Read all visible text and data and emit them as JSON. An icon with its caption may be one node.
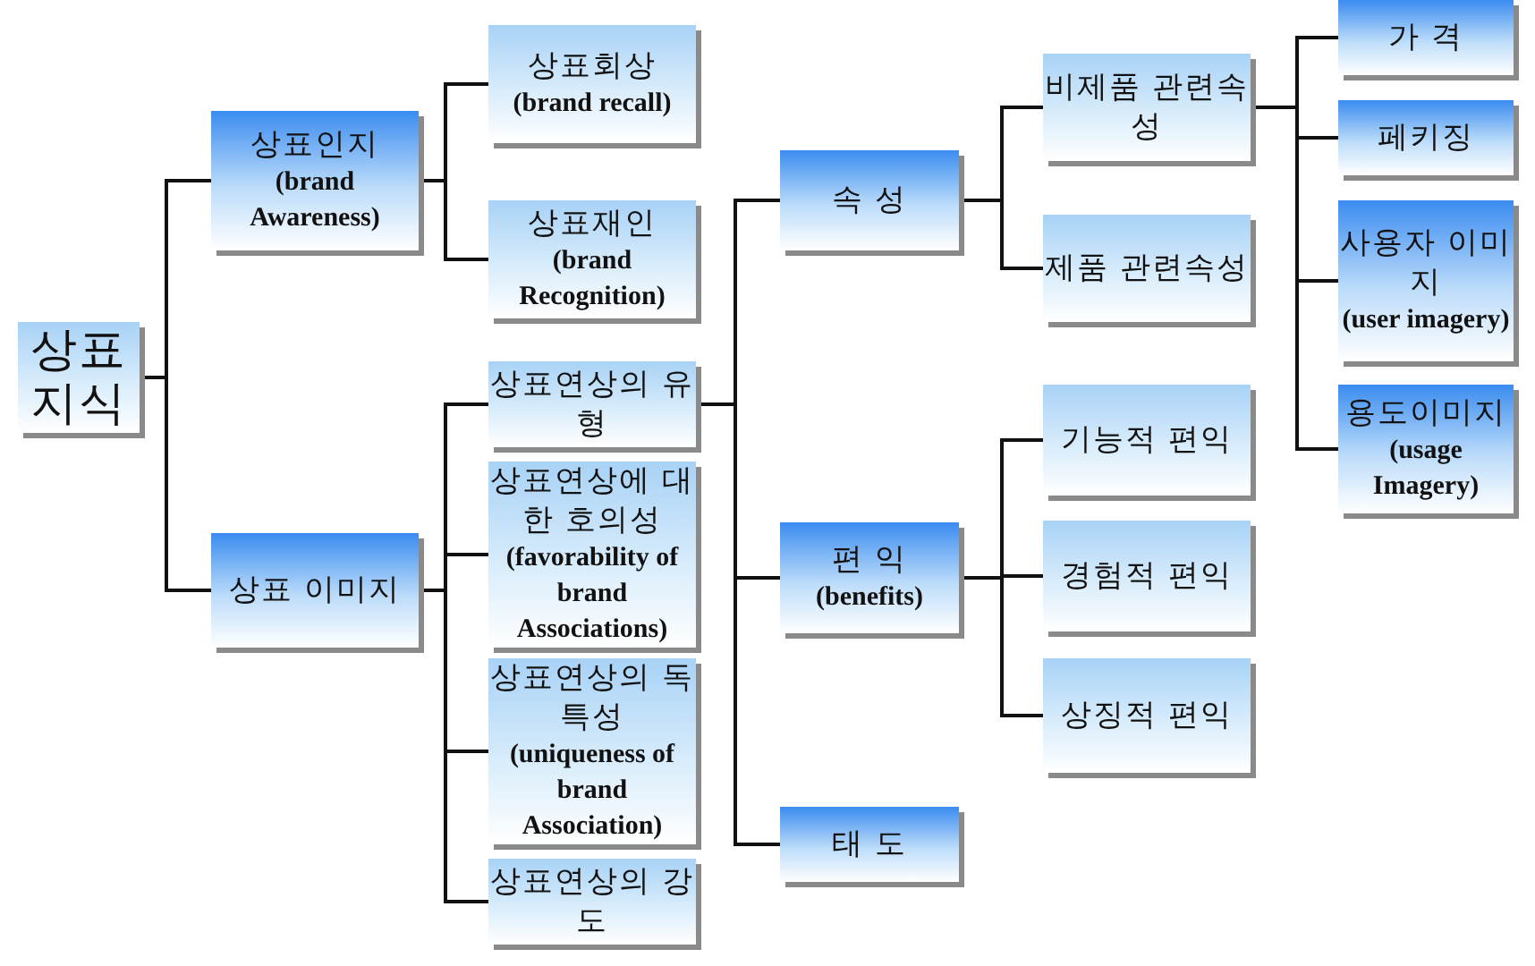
{
  "diagram": {
    "nodes": [
      {
        "text": [
          "상표 지식"
        ]
      },
      {
        "text": [
          "상표인지",
          "(brand Awareness)"
        ]
      },
      {
        "text": [
          "상표회상",
          "(brand recall)"
        ]
      },
      {
        "text": [
          "상표재인",
          "(brand Recognition)"
        ]
      },
      {
        "text": [
          "상표 이미지"
        ]
      },
      {
        "text": [
          "상표연상의 유형"
        ]
      },
      {
        "text": [
          "상표연상에 대한 호의성",
          "(favorability of brand Associations)"
        ]
      },
      {
        "text": [
          "상표연상의 독특성",
          "(uniqueness of brand Association)"
        ]
      },
      {
        "text": [
          "상표연상의 강도"
        ]
      },
      {
        "text": [
          "속 성"
        ]
      },
      {
        "text": [
          "편 익",
          "(benefits)"
        ]
      },
      {
        "text": [
          "태 도"
        ]
      },
      {
        "text": [
          "비제품 관련속성"
        ]
      },
      {
        "text": [
          "제품 관련속성"
        ]
      },
      {
        "text": [
          "기능적 편익"
        ]
      },
      {
        "text": [
          "경험적 편익"
        ]
      },
      {
        "text": [
          "상징적 편익"
        ]
      },
      {
        "text": [
          "가 격"
        ]
      },
      {
        "text": [
          "페키징"
        ]
      },
      {
        "text": [
          "사용자 이미지",
          "(user imagery)"
        ]
      },
      {
        "text": [
          "용도이미지",
          "(usage Imagery)"
        ]
      }
    ],
    "edges": [
      {
        "from": 0,
        "to": 1,
        "arrow": "none"
      },
      {
        "from": 0,
        "to": 4,
        "arrow": "none"
      },
      {
        "from": 1,
        "to": 2,
        "arrow": "none"
      },
      {
        "from": 1,
        "to": 3,
        "arrow": "none"
      },
      {
        "from": 4,
        "to": 5,
        "arrow": "none"
      },
      {
        "from": 4,
        "to": 6,
        "arrow": "none"
      },
      {
        "from": 4,
        "to": 7,
        "arrow": "none"
      },
      {
        "from": 4,
        "to": 8,
        "arrow": "none"
      },
      {
        "from": 5,
        "to": 9,
        "arrow": "none"
      },
      {
        "from": 5,
        "to": 10,
        "arrow": "none"
      },
      {
        "from": 5,
        "to": 11,
        "arrow": "none"
      },
      {
        "from": 9,
        "to": 12,
        "arrow": "none"
      },
      {
        "from": 9,
        "to": 13,
        "arrow": "none"
      },
      {
        "from": 10,
        "to": 14,
        "arrow": "none"
      },
      {
        "from": 10,
        "to": 15,
        "arrow": "none"
      },
      {
        "from": 10,
        "to": 16,
        "arrow": "none"
      },
      {
        "from": 12,
        "to": 17,
        "arrow": "none"
      },
      {
        "from": 12,
        "to": 18,
        "arrow": "none"
      },
      {
        "from": 12,
        "to": 19,
        "arrow": "none"
      },
      {
        "from": 12,
        "to": 20,
        "arrow": "none"
      }
    ]
  }
}
